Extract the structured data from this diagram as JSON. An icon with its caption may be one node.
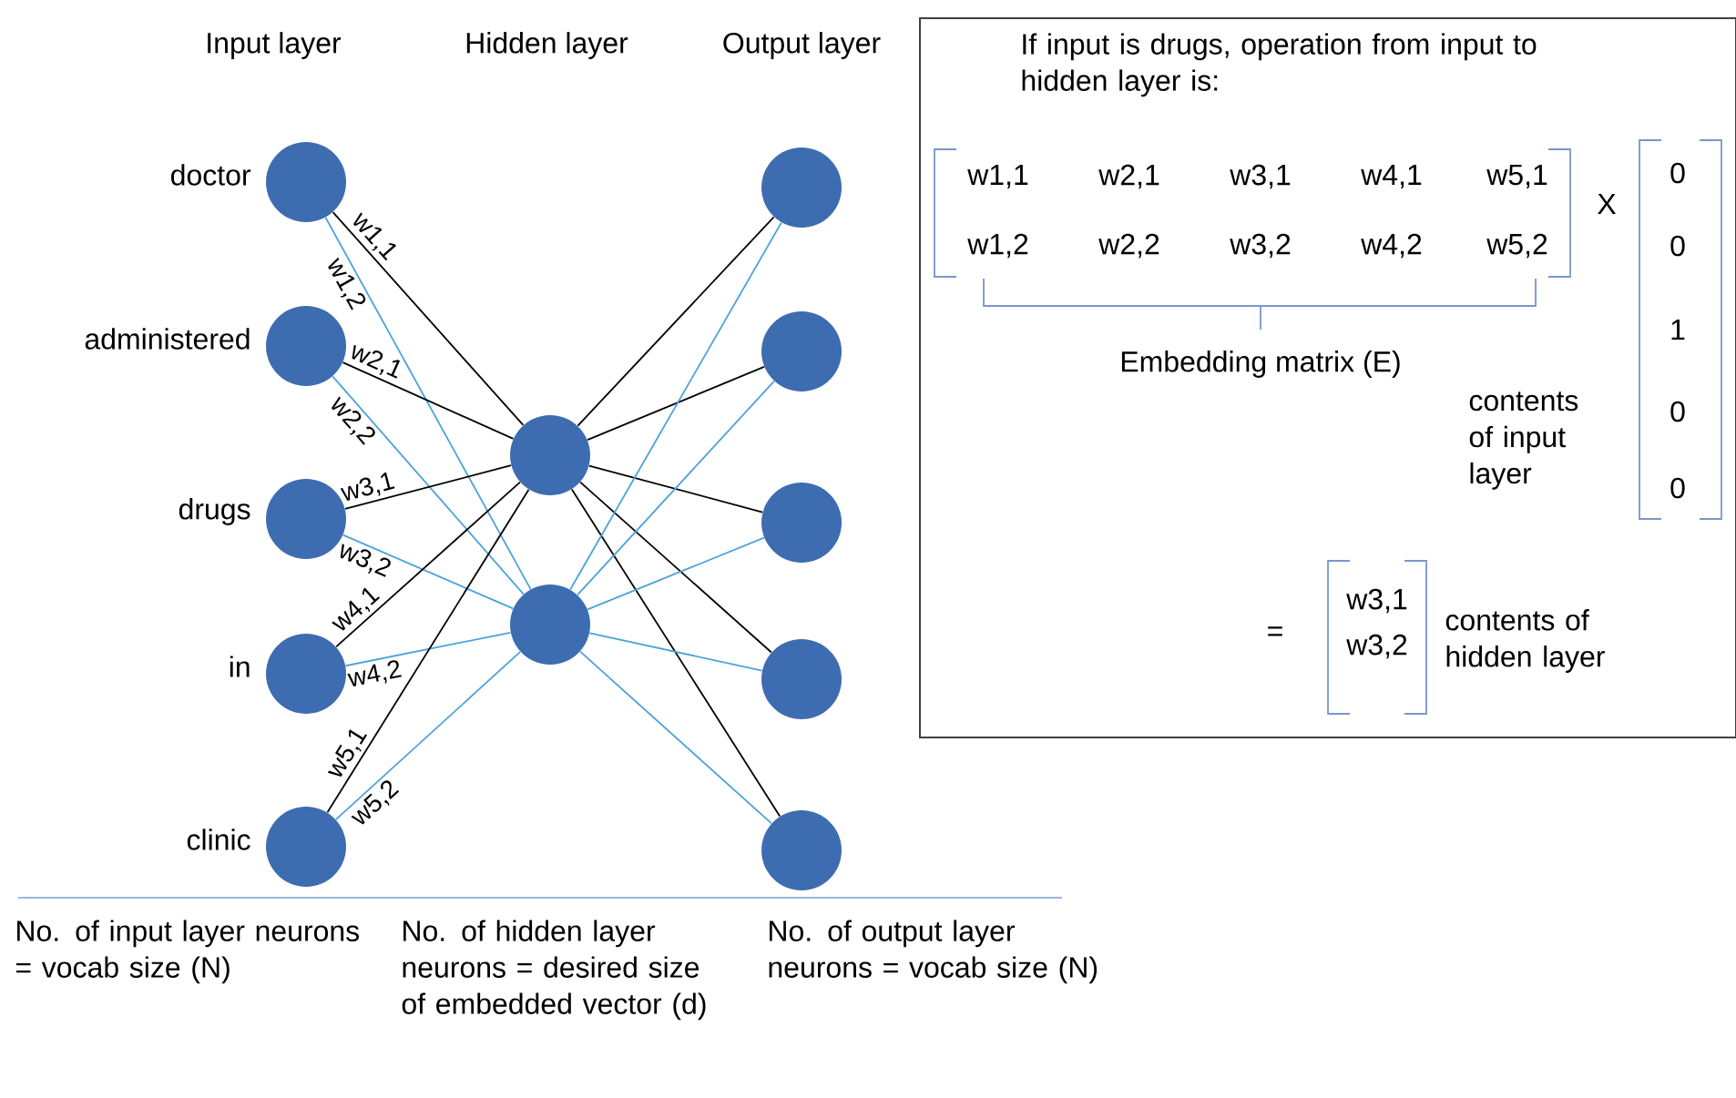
{
  "diagram": {
    "nodes": [
      {
        "text": [],
        "shape": "circle",
        "beside": [
          "doctor"
        ]
      },
      {
        "text": [],
        "shape": "circle",
        "beside": [
          "administered"
        ]
      },
      {
        "text": [],
        "shape": "circle",
        "beside": [
          "drugs"
        ]
      },
      {
        "text": [],
        "shape": "circle",
        "beside": [
          "in"
        ]
      },
      {
        "text": [],
        "shape": "circle",
        "beside": [
          "clinic"
        ]
      },
      {
        "text": [],
        "shape": "circle"
      },
      {
        "text": [],
        "shape": "circle"
      },
      {
        "text": [],
        "shape": "circle"
      },
      {
        "text": [],
        "shape": "circle"
      },
      {
        "text": [],
        "shape": "circle"
      },
      {
        "text": [],
        "shape": "circle"
      },
      {
        "text": [],
        "shape": "circle"
      },
      {
        "text": [
          "If input is drugs, operation from input to hidden layer is:"
        ]
      }
    ],
    "edges": [
      {
        "from": 0,
        "to": 5,
        "arrow": "none",
        "label": "w1,1"
      },
      {
        "from": 0,
        "to": 6,
        "arrow": "none",
        "label": "w1,2",
        "color": "#4ba3d9"
      },
      {
        "from": 1,
        "to": 5,
        "arrow": "none",
        "label": "w2,1"
      },
      {
        "from": 1,
        "to": 6,
        "arrow": "none",
        "label": "w2,2",
        "color": "#4ba3d9"
      },
      {
        "from": 2,
        "to": 5,
        "arrow": "none",
        "label": "w3,1"
      },
      {
        "from": 2,
        "to": 6,
        "arrow": "none",
        "label": "w3,2",
        "color": "#4ba3d9"
      },
      {
        "from": 3,
        "to": 5,
        "arrow": "none",
        "label": "w4,1"
      },
      {
        "from": 3,
        "to": 6,
        "arrow": "none",
        "label": "w4,2",
        "color": "#4ba3d9"
      },
      {
        "from": 4,
        "to": 5,
        "arrow": "none",
        "label": "w5,1"
      },
      {
        "from": 4,
        "to": 6,
        "arrow": "none",
        "label": "w5,2",
        "color": "#4ba3d9"
      },
      {
        "from": 5,
        "to": 7,
        "arrow": "none"
      },
      {
        "from": 5,
        "to": 8,
        "arrow": "none"
      },
      {
        "from": 5,
        "to": 9,
        "arrow": "none"
      },
      {
        "from": 5,
        "to": 10,
        "arrow": "none"
      },
      {
        "from": 5,
        "to": 11,
        "arrow": "none"
      },
      {
        "from": 6,
        "to": 7,
        "arrow": "none",
        "color": "#4ba3d9"
      },
      {
        "from": 6,
        "to": 8,
        "arrow": "none",
        "color": "#4ba3d9"
      },
      {
        "from": 6,
        "to": 9,
        "arrow": "none",
        "color": "#4ba3d9"
      },
      {
        "from": 6,
        "to": 10,
        "arrow": "none",
        "color": "#4ba3d9"
      },
      {
        "from": 6,
        "to": 11,
        "arrow": "none",
        "color": "#4ba3d9"
      }
    ],
    "labels": [
      "Input layer",
      "Hidden layer",
      "Output layer",
      "w1,1",
      "w2,1",
      "w3,1",
      "w4,1",
      "w5,1",
      "w1,2",
      "w2,2",
      "w3,2",
      "w4,2",
      "w5,2",
      "X",
      "0",
      "0",
      "1",
      "0",
      "0",
      "Embedding matrix (E)",
      "contents of input layer",
      "=",
      "w3,1",
      "w3,2",
      "contents of hidden layer",
      "No. of input layer neurons = vocab size (N)",
      "No. of hidden layer neurons = desired size of embedded vector (d)",
      "No. of output layer neurons = vocab size (N)"
    ]
  }
}
